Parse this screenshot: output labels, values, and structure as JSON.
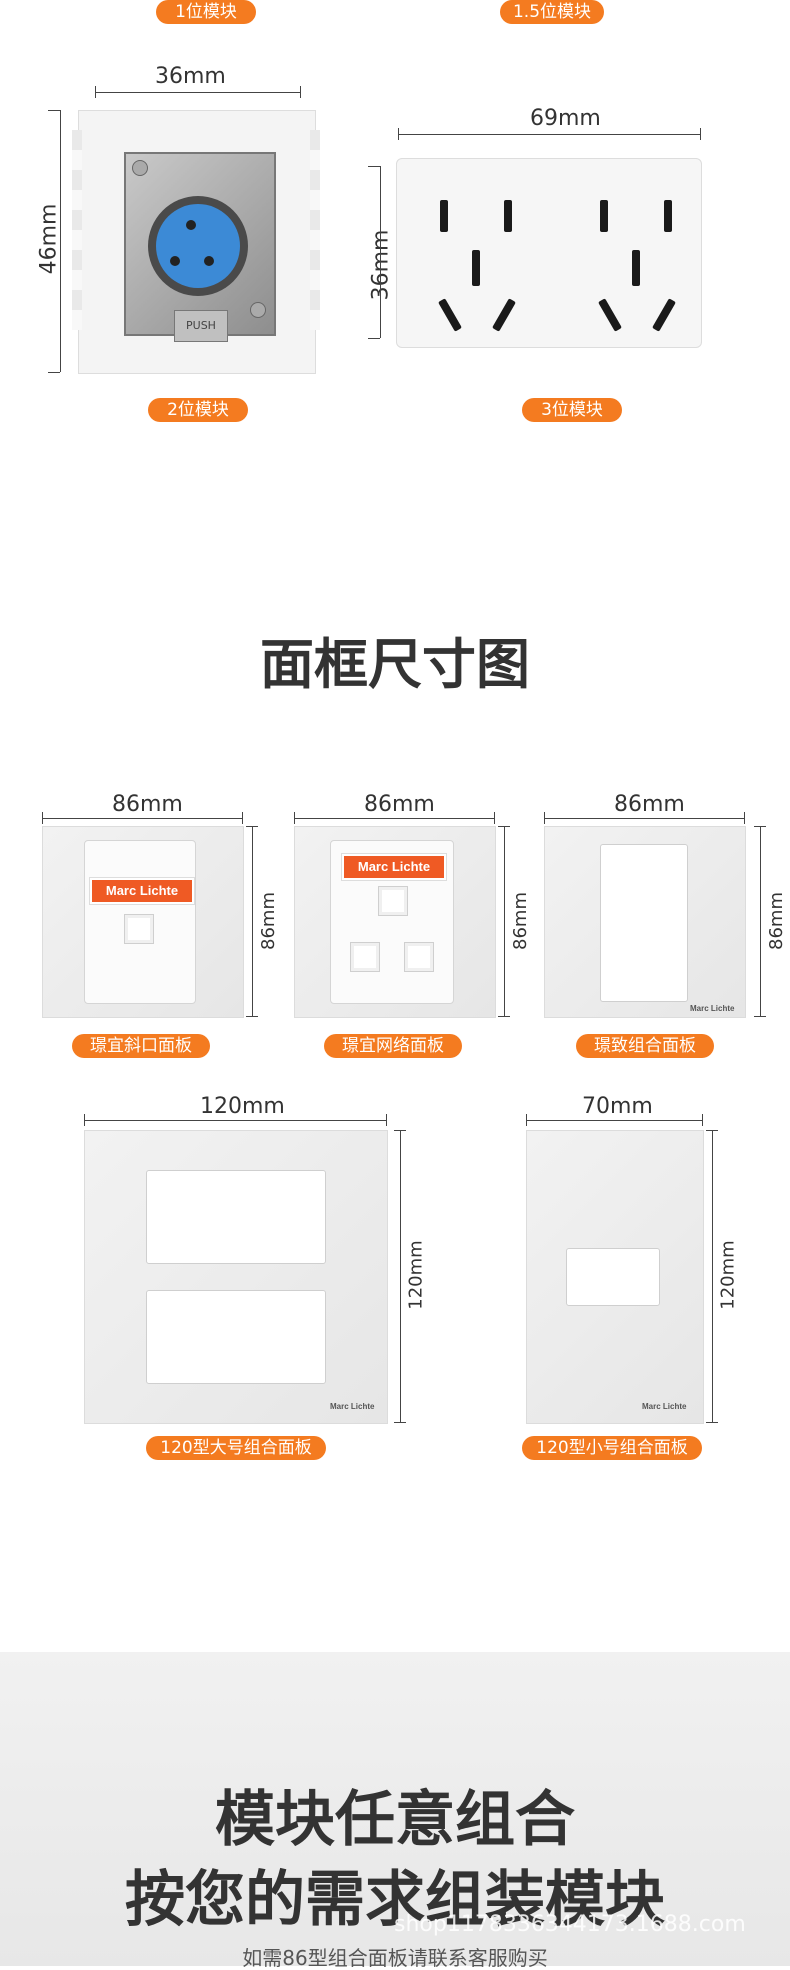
{
  "top_modules": {
    "label_1": "1位模块",
    "label_15": "1.5位模块",
    "label_2": "2位模块",
    "label_3": "3位模块",
    "xlr_width": "36mm",
    "xlr_height": "46mm",
    "xlr_push_text": "PUSH",
    "socket_width": "69mm",
    "socket_height": "36mm"
  },
  "frame_section": {
    "title": "面框尺寸图",
    "brand": "Marc Lichte",
    "panels": [
      {
        "width": "86mm",
        "height": "86mm",
        "label": "璟宜斜口面板"
      },
      {
        "width": "86mm",
        "height": "86mm",
        "label": "璟宜网络面板"
      },
      {
        "width": "86mm",
        "height": "86mm",
        "label": "璟致组合面板"
      },
      {
        "width": "120mm",
        "height": "120mm",
        "label": "120型大号组合面板"
      },
      {
        "width": "70mm",
        "height": "120mm",
        "label": "120型小号组合面板"
      }
    ]
  },
  "promo": {
    "line1": "模块任意组合",
    "line2": "按您的需求组装模块",
    "watermark": "shop1178336344173.1688.com",
    "subline": "如需86型组合面板请联系客服购买"
  },
  "colors": {
    "accent": "#f47b20",
    "brand_red": "#ef5a24"
  }
}
